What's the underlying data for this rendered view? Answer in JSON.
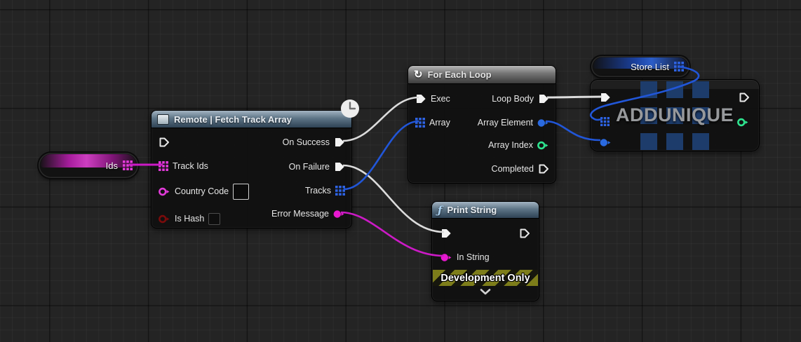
{
  "canvas": {
    "bg_color": "#242424"
  },
  "colors": {
    "exec_white": "#dcdcdc",
    "magenta_pin": "#e23bd9",
    "magenta_wire": "#cc1ac6",
    "blue_pin": "#2e63e2",
    "blue_wire": "#2156d8",
    "green_pin": "#2ee48f",
    "red_pin": "#7a0b0b",
    "header_steel": "#5d7486",
    "header_gray": "#767676",
    "banner_olive": "#7d7d1a"
  },
  "icons": {
    "function_glyph": "ƒ",
    "loop_glyph": "↻"
  },
  "ids_node": {
    "label": "Ids"
  },
  "fetch_node": {
    "title": "Remote | Fetch Track Array",
    "pins": {
      "track_ids": "Track Ids",
      "country_code": "Country Code",
      "is_hash": "Is Hash",
      "on_success": "On Success",
      "on_failure": "On Failure",
      "tracks": "Tracks",
      "error_message": "Error Message"
    },
    "country_code_value": "",
    "is_hash_checked": false
  },
  "foreach_node": {
    "title": "For Each Loop",
    "pins": {
      "exec": "Exec",
      "array": "Array",
      "loop_body": "Loop Body",
      "array_element": "Array Element",
      "array_index": "Array Index",
      "completed": "Completed"
    }
  },
  "print_node": {
    "title": "Print String",
    "pins": {
      "in_string": "In String"
    },
    "banner": "Development Only"
  },
  "store_list_node": {
    "label": "Store List"
  },
  "addunique_node": {
    "watermark": "ADDUNIQUE"
  }
}
